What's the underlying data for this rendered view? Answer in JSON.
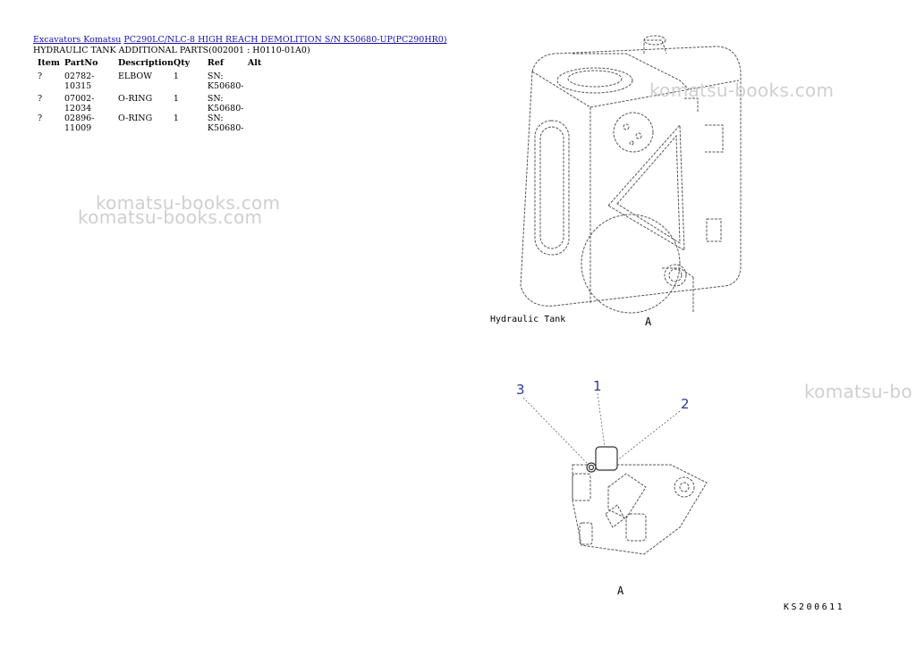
{
  "breadcrumb": {
    "link1": "Excavators Komatsu",
    "link2": "PC290LC/NLC-8 HIGH REACH DEMOLITION S/N K50680-UP(PC290HR0)"
  },
  "subtitle": "HYDRAULIC TANK ADDITIONAL PARTS(002001 : H0110-01A0)",
  "table": {
    "headers": [
      "Item",
      "PartNo",
      "Description",
      "Qty",
      "Ref",
      "Alt"
    ],
    "rows": [
      {
        "item": "?",
        "part": "02782-10315",
        "desc": "ELBOW",
        "qty": "1",
        "ref": "SN: K50680-",
        "alt": ""
      },
      {
        "item": "?",
        "part": "07002-12034",
        "desc": "O-RING",
        "qty": "1",
        "ref": "SN: K50680-",
        "alt": ""
      },
      {
        "item": "?",
        "part": "02896-11009",
        "desc": "O-RING",
        "qty": "1",
        "ref": "SN: K50680-",
        "alt": ""
      }
    ]
  },
  "watermarks": [
    "komatsu-books.com",
    "komatsu-books.com",
    "komatsu-books.com",
    "komatsu-bo"
  ],
  "figure": {
    "tank_caption": "Hydraulic Tank",
    "view_label": "A",
    "detail_view_label": "A",
    "callouts": [
      "1",
      "2",
      "3"
    ],
    "drawing_code": "KS200611"
  }
}
